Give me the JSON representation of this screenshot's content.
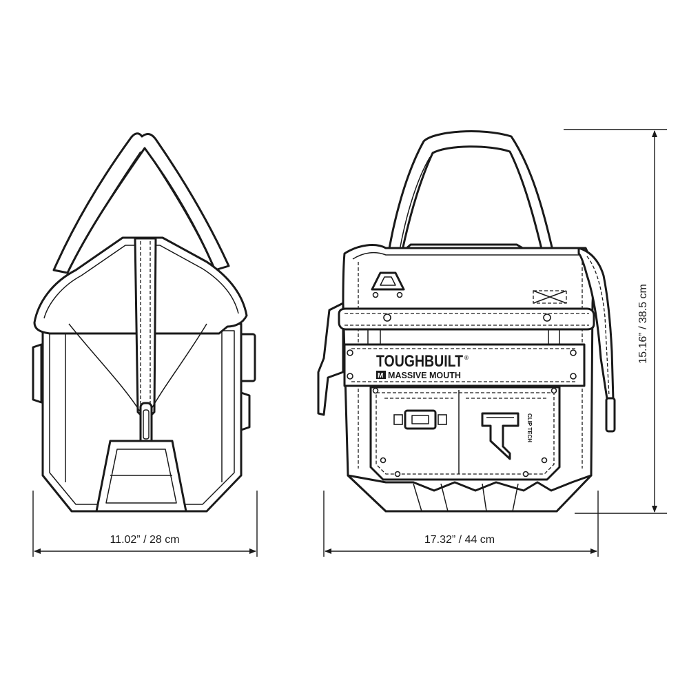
{
  "dimensions": {
    "depth_label": "11.02”  / 28 cm",
    "width_label": "17.32”  / 44 cm",
    "height_label": "15.16”  /  38.5 cm"
  },
  "branding": {
    "logo_text": "TOUGHBUILT",
    "registered_mark": "®",
    "model_badge": "M",
    "model_name": "MASSIVE MOUTH",
    "clip_tech_label": "CLIP TECH"
  },
  "colors": {
    "ink": "#1a1a1a",
    "background": "#ffffff"
  }
}
